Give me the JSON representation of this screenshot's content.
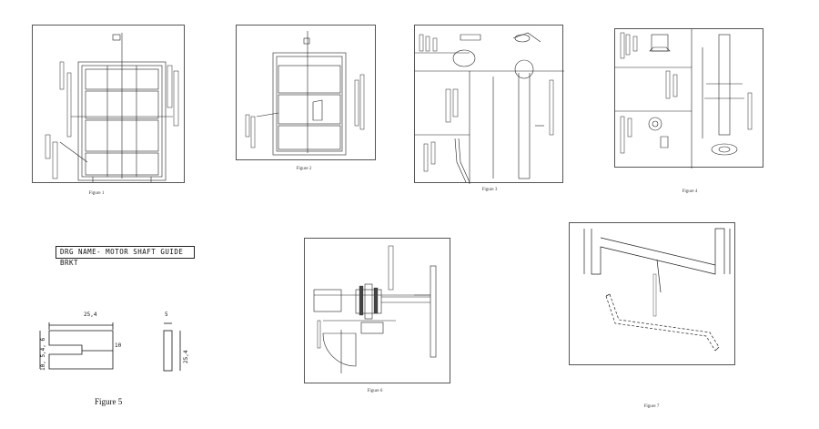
{
  "figures": [
    {
      "id": "figure-1",
      "caption": "Figure 1"
    },
    {
      "id": "figure-2",
      "caption": "Figure 2"
    },
    {
      "id": "figure-3",
      "caption": "Figure 3"
    },
    {
      "id": "figure-4",
      "caption": "Figure 4"
    },
    {
      "id": "figure-5",
      "caption": "Figure 5"
    },
    {
      "id": "figure-6",
      "caption": "Figure 6"
    },
    {
      "id": "figure-7",
      "caption": "Figure 7"
    }
  ],
  "figure5": {
    "drawing_name": "DRG NAME- MOTOR SHAFT GUIDE BRKT",
    "dims": {
      "width": "25,4",
      "slot_depth": "10",
      "left_stack": "10, 5,4, 6",
      "thickness": "5",
      "height": "25,4"
    }
  },
  "colors": {
    "line": "#222222",
    "frame": "#555555",
    "background": "#ffffff"
  }
}
